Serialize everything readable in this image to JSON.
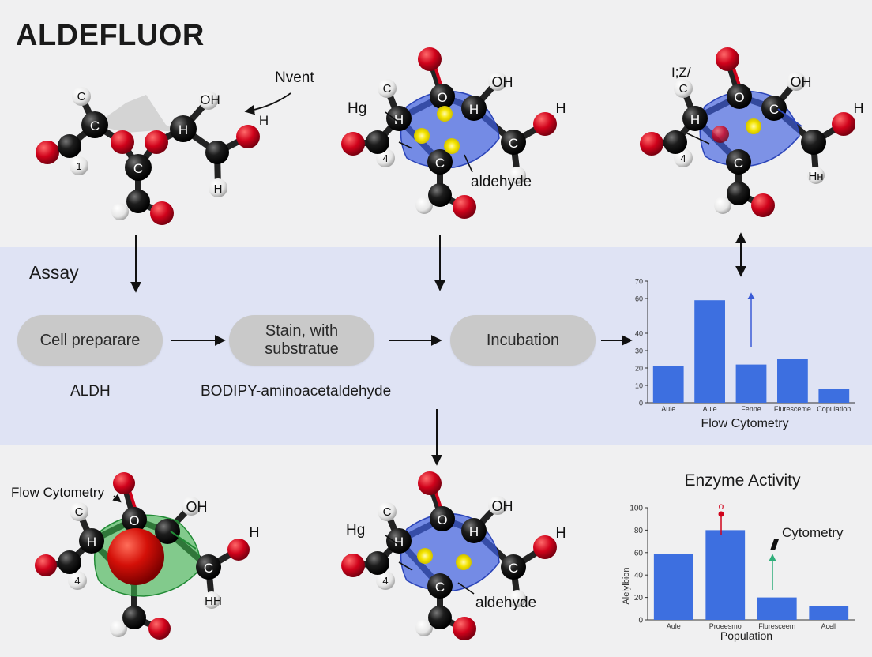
{
  "title": "ALDEFLUOR",
  "band": {
    "heading": "Assay",
    "steps": [
      {
        "id": "cell-prep",
        "label": "Cell preparare"
      },
      {
        "id": "stain",
        "label": "Stain, with substratue"
      },
      {
        "id": "incubation",
        "label": "Incubation"
      }
    ],
    "sub_labels": {
      "aldh": "ALDH",
      "substrate": "BODIPY-aminoacetaldehyde"
    }
  },
  "molecules": {
    "top_left": {
      "atoms": [
        "C",
        "C",
        "C",
        "H",
        "1",
        "OH",
        "H",
        "H"
      ],
      "annotation": "Nvent"
    },
    "top_center": {
      "atoms": [
        "C",
        "OH",
        "O",
        "H",
        "C",
        "4",
        "C",
        "H"
      ],
      "side_labels": [
        "Hg",
        "aldehyde"
      ]
    },
    "top_right": {
      "atoms": [
        "C",
        "OH",
        "O",
        "H",
        "C",
        "4",
        "C",
        "H",
        "Hн"
      ],
      "annotation": "I;Z/"
    },
    "bottom_left": {
      "atoms": [
        "C",
        "OH",
        "O",
        "H",
        "C",
        "4",
        "H",
        "HH"
      ],
      "annotation": "Flow Cytometry"
    },
    "bottom_center": {
      "atoms": [
        "C",
        "OH",
        "O",
        "H",
        "C",
        "4",
        "C",
        "H"
      ],
      "side_labels": [
        "Hg",
        "aldehyde"
      ]
    }
  },
  "colors": {
    "oxygen": "#d0021b",
    "carbon": "#111111",
    "hydrogen": "#f2f2f2",
    "band": "#dfe3f4",
    "bar": "#3d6fe0",
    "pocket_blue": "#3f5fe0",
    "pocket_green": "#38b04a"
  },
  "chart_data": [
    {
      "type": "bar",
      "title": "",
      "xlabel": "Flow Cytometry",
      "ylabel": "",
      "categories": [
        "Aule",
        "Aule",
        "Fenne",
        "Fluresceme",
        "Copulation"
      ],
      "values": [
        21,
        59,
        22,
        25,
        8
      ],
      "ylim": [
        0,
        70
      ],
      "yticks": [
        "0",
        "10",
        "20",
        "30",
        "40",
        "60",
        "70"
      ],
      "grid": false,
      "annotation": "up-arrow above third bar"
    },
    {
      "type": "bar",
      "title": "Enzyme Activity",
      "xlabel": "Population",
      "ylabel": "Alelylbion",
      "categories": [
        "Aule",
        "Proeesmo",
        "Fluresceem",
        "Acell"
      ],
      "values": [
        59,
        80,
        20,
        12
      ],
      "ylim": [
        0,
        100
      ],
      "yticks": [
        "0",
        "20",
        "40",
        "60",
        "80",
        "100"
      ],
      "grid": false,
      "annotations": [
        "o",
        "Cytometry"
      ]
    }
  ]
}
